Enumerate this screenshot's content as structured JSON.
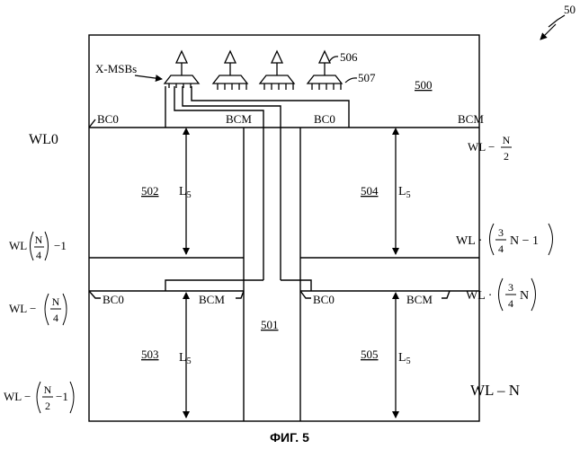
{
  "figure": {
    "ref": "50",
    "caption": "ФИГ. 5"
  },
  "labels": {
    "block": "500",
    "center": "501",
    "tl": "502",
    "bl": "503",
    "tr": "504",
    "br": "505",
    "tree_top": "506",
    "tree_port": "507",
    "xmsbs": "X-MSBs",
    "bc0": "BC0",
    "bcm": "BCM",
    "l5": "L",
    "l5_sub": "5"
  },
  "wordlines": {
    "wl0": "WL0",
    "wl_n2_prefix": "WL −",
    "wl_n2_num": "N",
    "wl_n2_den": "2",
    "wl_n4m1_prefix": "WL",
    "wl_n4m1_num": "N",
    "wl_n4m1_den": "4",
    "wl_n4m1_suffix": "−1",
    "wl_34m1_prefix": "WL ·",
    "wl_34m1_num": "3",
    "wl_34m1_den": "4",
    "wl_34m1_suffix": "N − 1",
    "wl_n4_prefix": "WL −",
    "wl_n4_num": "N",
    "wl_n4_den": "4",
    "wl_34n_prefix": "WL ·",
    "wl_34n_num": "3",
    "wl_34n_den": "4",
    "wl_34n_suffix": "N",
    "wl_n2m1_prefix": "WL −",
    "wl_n2m1_num": "N",
    "wl_n2m1_den": "2",
    "wl_n2m1_suffix": "−1",
    "wl_n": "WL – N"
  }
}
